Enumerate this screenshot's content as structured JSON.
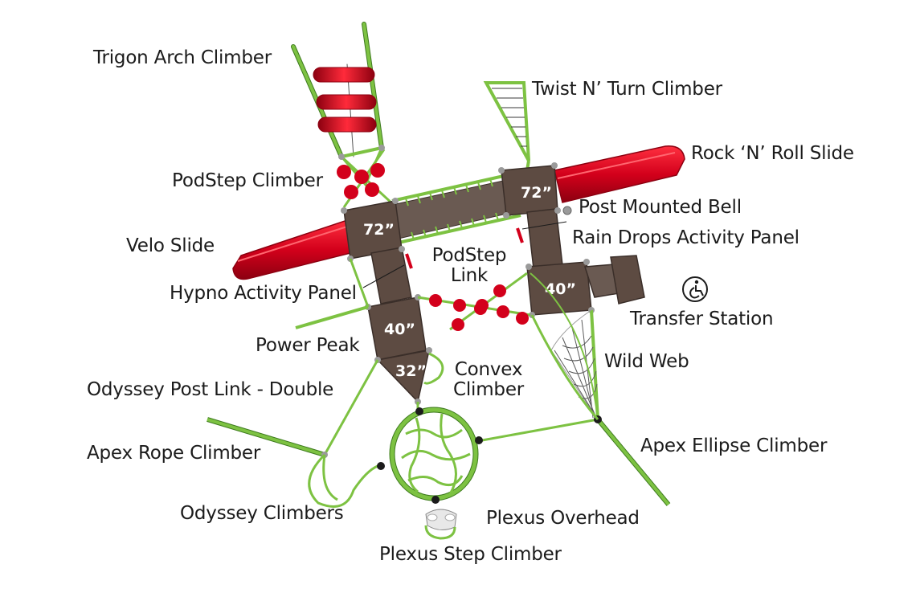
{
  "colors": {
    "frame": "#7dc242",
    "frame_dark": "#3d7a1e",
    "deck": "#5d4b42",
    "deck_edge": "#3a2e29",
    "slide": "#d3001b",
    "slide_dark": "#8c0010",
    "post_cap": "#9a9a9a"
  },
  "labels": {
    "trigon_arch_climber": "Trigon Arch Climber",
    "twist_n_turn_climber": "Twist N’ Turn Climber",
    "rock_n_roll_slide": "Rock ‘N’ Roll Slide",
    "podstep_climber": "PodStep Climber",
    "post_mounted_bell": "Post Mounted Bell",
    "velo_slide": "Velo Slide",
    "rain_drops_activity_panel": "Rain Drops Activity Panel",
    "podstep_link_line1": "PodStep",
    "podstep_link_line2": "Link",
    "hypno_activity_panel": "Hypno Activity Panel",
    "transfer_station": "Transfer Station",
    "power_peak": "Power Peak",
    "wild_web": "Wild Web",
    "convex_climber_line1": "Convex",
    "convex_climber_line2": "Climber",
    "odyssey_post_link_double": "Odyssey Post Link - Double",
    "apex_rope_climber": "Apex Rope Climber",
    "apex_ellipse_climber": "Apex Ellipse Climber",
    "odyssey_climbers": "Odyssey Climbers",
    "plexus_overhead": "Plexus Overhead",
    "plexus_step_climber": "Plexus Step Climber"
  },
  "decks": {
    "deck_left_72": "72”",
    "deck_right_72": "72”",
    "deck_right_40": "40”",
    "deck_left_40": "40”",
    "deck_32": "32”"
  },
  "icons": {
    "accessibility": "wheelchair-transfer-icon"
  }
}
